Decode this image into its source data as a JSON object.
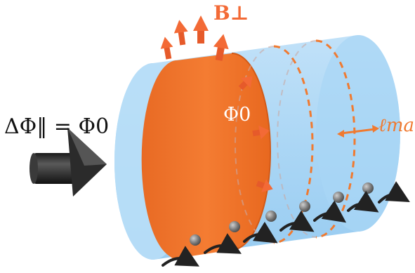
{
  "labels": {
    "delta_phi_parallel": "ΔΦ‖ = Φ0",
    "b_perp": "B⊥",
    "phi0": "Φ0",
    "l_mag": "ℓmag"
  },
  "colors": {
    "tube_fill": "#9ccff3",
    "tube_edge": "#6fb3e8",
    "flux_band": "#f2762d",
    "flux_band_dark": "#e0601a",
    "arrows": "#f36a36",
    "dashed_rings": "#f07a30",
    "black_arrow": "#2a2a2a",
    "spheres": "#7d7d7d"
  },
  "icons": [
    "big-black-arrow-icon",
    "field-arrow-icon",
    "curved-arrow-icon",
    "sphere-icon"
  ]
}
